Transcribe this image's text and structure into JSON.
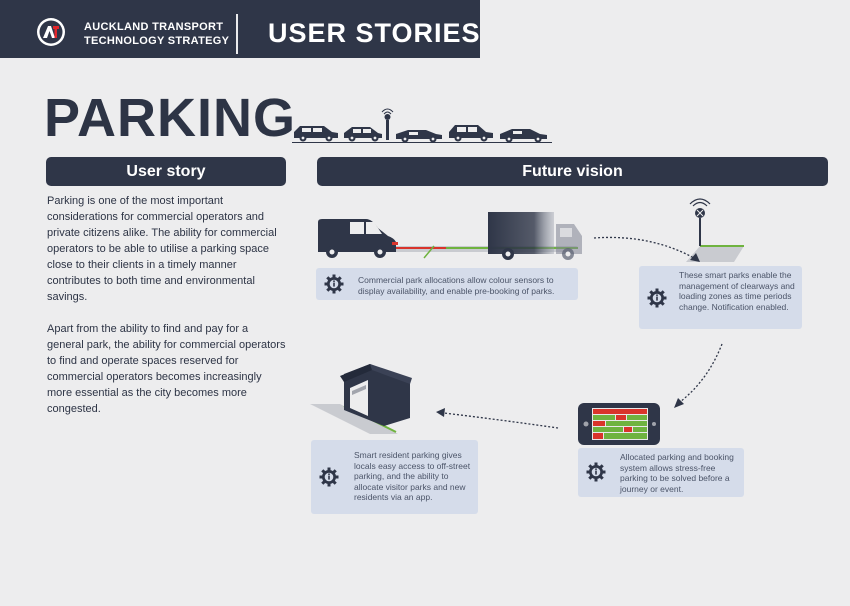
{
  "header": {
    "org_line1": "AUCKLAND TRANSPORT",
    "org_line2": "TECHNOLOGY STRATEGY",
    "doc_title": "USER STORIES"
  },
  "page_title": "PARKING",
  "left_section": {
    "heading": "User story",
    "paragraphs": [
      "Parking is one of the most important considerations for commercial operators and private citizens alike. The ability for commercial operators to be able to utilise a parking space close to their clients in a timely manner contributes to both time and environmental savings.",
      "Apart from the ability to find and pay for a general park, the ability for commercial operators to find and operate spaces reserved for commercial operators becomes increasingly more essential as the city becomes more congested."
    ]
  },
  "right_section": {
    "heading": "Future vision",
    "steps": [
      {
        "icon": "gear-info-icon",
        "text": "Commercial park allocations allow colour sensors to display availability, and enable pre-booking of parks."
      },
      {
        "icon": "gear-info-icon",
        "text": "These smart parks enable the management of clearways and loading zones as time periods change. Notification enabled."
      },
      {
        "icon": "gear-info-icon",
        "text": "Allocated parking and booking system allows stress-free parking to be solved before a journey or event."
      },
      {
        "icon": "gear-info-icon",
        "text": "Smart resident parking gives locals easy access to off-street parking, and the ability to allocate visitor parks and new residents via an app."
      }
    ]
  },
  "colors": {
    "navy": "#2f3648",
    "info_bg": "#d5dcea",
    "green": "#6fb33f",
    "red": "#d9342b"
  }
}
